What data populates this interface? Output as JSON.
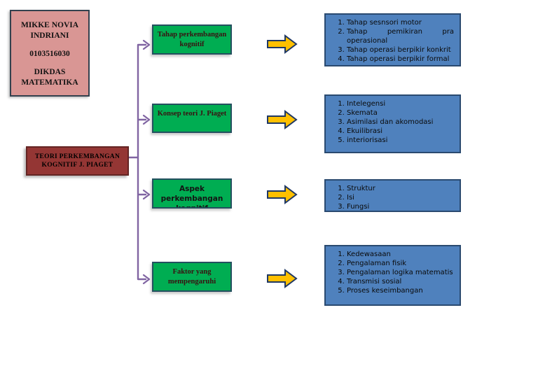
{
  "author_card": {
    "name": "MIKKE NOVIA INDRIANI",
    "student_id": "0103516030",
    "program": "DIKDAS MATEMATIKA"
  },
  "root_box": {
    "label": "TEORI PERKEMBANGAN KOGNITIF J. PIAGET"
  },
  "branches": [
    {
      "label": "Tahap perkembangan kognitif",
      "details": [
        "Tahap sesnsori motor",
        "Tahap pemikiran pra operasional",
        "Tahap operasi berpikir konkrit",
        "Tahap operasi berpikir formal"
      ]
    },
    {
      "label": "Konsep teori J. Piaget",
      "details": [
        "Intelegensi",
        "Skemata",
        "Asimilasi dan akomodasi",
        "Ekuilibrasi",
        "interiorisasi"
      ]
    },
    {
      "label": "Aspek perkembangan kognitif",
      "details": [
        "Struktur",
        "Isi",
        "Fungsi"
      ]
    },
    {
      "label": "Faktor yang mempengaruhi",
      "details": [
        "Kedewasaan",
        "Pengalaman fisik",
        "Pengalaman logika matematis",
        "Transmisi sosial",
        "Proses keseimbangan"
      ]
    }
  ],
  "icons": {
    "flow_arrow": "right-block-arrow",
    "branch_arrowhead": "chevron-right-open"
  },
  "colors": {
    "author_fill": "#d99694",
    "root_fill": "#943634",
    "branch_fill": "#00ad52",
    "branch_border": "#24505f",
    "detail_fill": "#4f81bd",
    "detail_border": "#2a4a70",
    "flow_arrow_fill": "#ffc000",
    "flow_arrow_border": "#1f3864",
    "connector": "#8064a2",
    "page_background": "#ffffff"
  }
}
